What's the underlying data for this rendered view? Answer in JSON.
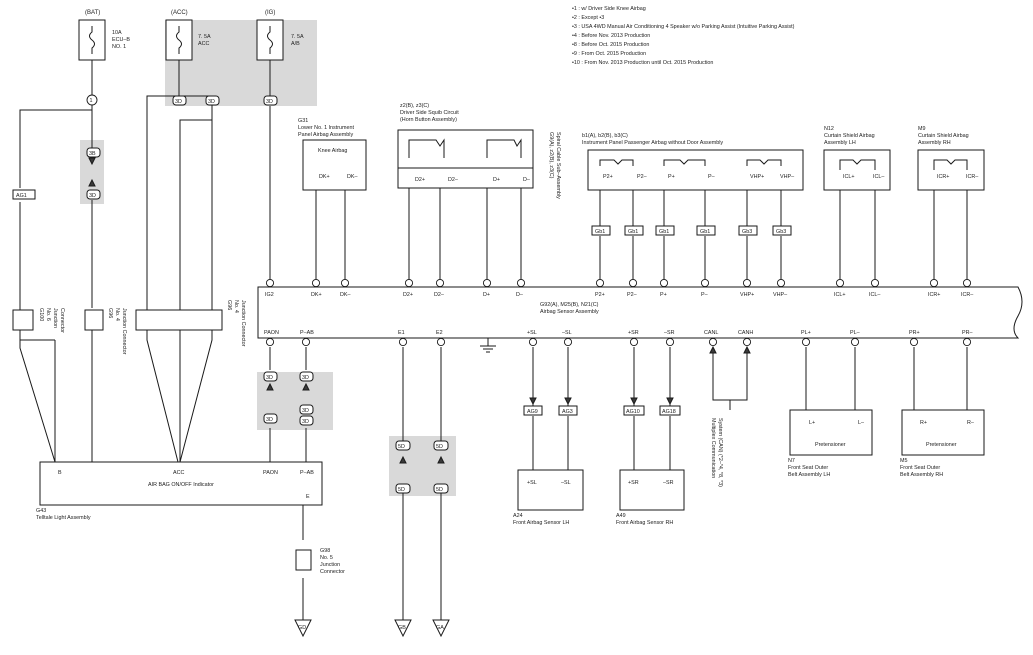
{
  "notes": [
    "•1 : w/ Driver Side Knee Airbag",
    "•2 : Except •3",
    "•3 : USA 4WD Manual Air Conditioning 4 Speaker w/o Parking Assist (Intuitive Parking Assist)",
    "•4 : Before Nov. 2013 Production",
    "•8 : Before Oct. 2015 Production",
    "•9 : From Oct. 2015 Production",
    "•10 : From Nov. 2013 Production until Oct. 2015 Production"
  ],
  "power": {
    "bat_label": "(BAT)",
    "acc_label": "(ACC)",
    "ig_label": "(IG)",
    "fuse_bat": [
      "10A",
      "ECU–B",
      "NO. 1"
    ],
    "fuse_acc": [
      "7. 5A",
      "ACC"
    ],
    "fuse_ig": [
      "7. 5A",
      "A/B"
    ]
  },
  "components": {
    "g31": [
      "G31",
      "Lower No. 1 Instrument",
      "Panel Airbag Assembly"
    ],
    "knee_airbag": "Knee Airbag",
    "z2": [
      "z2(B), z3(C)",
      "Driver Side Squib Circuit",
      "(Horn Button Assembly)"
    ],
    "spiral": [
      "G9(A), z2(B), z3(C)",
      "Spiral Cable Sub–Assembly"
    ],
    "b1": [
      "b1(A), b2(B), b3(C)",
      "Instrument Panel Passenger Airbag without Door Assembly"
    ],
    "n12": [
      "N12",
      "Curtain Shield Airbag",
      "Assembly LH"
    ],
    "m9": [
      "M9",
      "Curtain Shield Airbag",
      "Assembly RH"
    ],
    "g92": [
      "G92(A), M25(B), N21(C)",
      "Airbag Sensor Assembly"
    ],
    "g43": [
      "G43",
      "Telltale Light Assembly"
    ],
    "airbag_indicator": "AIR BAG ON/OFF Indicator",
    "a24": [
      "A24",
      "Front Airbag Sensor LH"
    ],
    "a49": [
      "A49",
      "Front Airbag Sensor RH"
    ],
    "n7": [
      "N7",
      "Front Seat Outer",
      "Belt Assembly LH"
    ],
    "m5": [
      "M5",
      "Front Seat Outer",
      "Belt Assembly RH"
    ],
    "pretensioner": "Pretensioner",
    "g100": [
      "G100",
      "No. 6",
      "Junction",
      "Connector"
    ],
    "g96": [
      "G96",
      "No. 4",
      "Junction Connector"
    ],
    "g98": [
      "G98",
      "No. 5",
      "Junction",
      "Connector"
    ],
    "multiplex": [
      "Multiplex Communication",
      "System (CAN) (*2–*4, *8, *3)"
    ],
    "grounds": [
      "GD",
      "GB",
      "GA"
    ]
  },
  "terminals": {
    "ig2": "IG2",
    "dk_plus": "DK+",
    "dk_minus": "DK–",
    "d2_plus": "D2+",
    "d2_minus": "D2–",
    "d_plus": "D+",
    "d_minus": "D–",
    "p2_plus": "P2+",
    "p2_minus": "P2–",
    "p_plus": "P+",
    "p_minus": "P–",
    "vhp_plus": "VHP+",
    "vhp_minus": "VHP–",
    "icl_plus": "ICL+",
    "icl_minus": "ICL–",
    "icr_plus": "ICR+",
    "icr_minus": "ICR–",
    "paon": "PAON",
    "pab": "P–AB",
    "e1": "E1",
    "e2": "E2",
    "sl_plus": "+SL",
    "sl_minus": "–SL",
    "sr_plus": "+SR",
    "sr_minus": "–SR",
    "canl": "CANL",
    "canh": "CANH",
    "pl_plus": "PL+",
    "pl_minus": "PL–",
    "pr_plus": "PR+",
    "pr_minus": "PR–",
    "l_plus": "L+",
    "l_minus": "L–",
    "r_plus": "R+",
    "r_minus": "R–",
    "b": "B",
    "acc": "ACC",
    "e": "E"
  },
  "connectors": {
    "ag1": "AG1",
    "ag9": "AG9",
    "ag3": "AG3",
    "ag10": "AG10",
    "ag18": "AG18",
    "gb1": "Gb1",
    "gb3": "Gb3",
    "bat_j": "1",
    "j3b": "3B",
    "j3d": "3D",
    "j5d": "5D"
  },
  "colors": {
    "wire": "#1a1a1a",
    "shade": "#d9d9d9"
  }
}
